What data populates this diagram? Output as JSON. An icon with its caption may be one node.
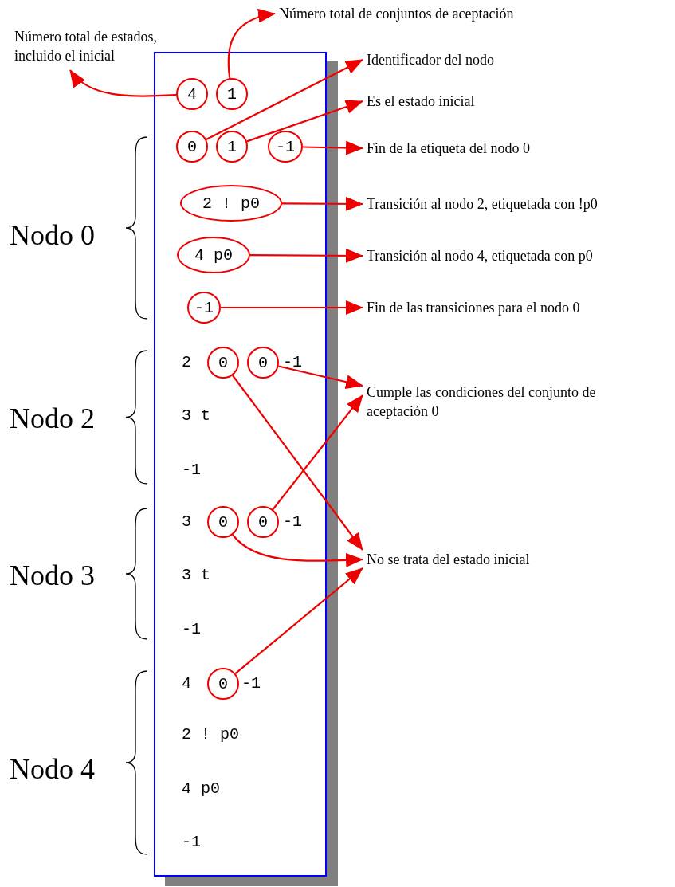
{
  "diagram": {
    "nodes": [
      {
        "text": [
          "Número total de conjuntos de aceptación"
        ]
      },
      {
        "text": [
          "Número total de estados, incluido el inicial"
        ]
      },
      {
        "text": [],
        "shape": "box"
      },
      {
        "text": [
          "4"
        ],
        "in": 2
      },
      {
        "text": [
          "1"
        ],
        "in": 2
      },
      {
        "text": [
          "Identificador del nodo"
        ]
      },
      {
        "text": [
          "Es el estado inicial"
        ]
      },
      {
        "text": [
          "0"
        ],
        "in": 2
      },
      {
        "text": [
          "1"
        ],
        "in": 2
      },
      {
        "text": [
          "-1"
        ],
        "in": 2
      },
      {
        "text": [
          "Fin de la etiqueta del nodo 0"
        ]
      },
      {
        "text": [
          "2 ! p0"
        ],
        "in": 2
      },
      {
        "text": [
          "Transición al nodo 2, etiquetada con !p0"
        ]
      },
      {
        "text": [
          "4 p0"
        ],
        "in": 2
      },
      {
        "text": [
          "Transición al nodo 4, etiquetada con p0"
        ]
      },
      {
        "text": [
          "-1"
        ],
        "in": 2
      },
      {
        "text": [
          "Fin de las transiciones para el nodo 0"
        ]
      },
      {
        "text": [
          "0"
        ],
        "in": 2
      },
      {
        "text": [
          "0"
        ],
        "in": 2
      },
      {
        "text": [
          "Cumple las condiciones del conjunto de aceptación 0"
        ]
      },
      {
        "text": [
          "0"
        ],
        "in": 2
      },
      {
        "text": [
          "0"
        ],
        "in": 2
      },
      {
        "text": [
          "No se trata del estado inicial"
        ]
      },
      {
        "text": [
          "0"
        ],
        "in": 2
      }
    ],
    "edges": [
      {
        "from": 3,
        "to": 1,
        "arrow": "to"
      },
      {
        "from": 4,
        "to": 0,
        "arrow": "to"
      },
      {
        "from": 7,
        "to": 5,
        "arrow": "to"
      },
      {
        "from": 8,
        "to": 6,
        "arrow": "to"
      },
      {
        "from": 9,
        "to": 10,
        "arrow": "to"
      },
      {
        "from": 11,
        "to": 12,
        "arrow": "to"
      },
      {
        "from": 13,
        "to": 14,
        "arrow": "to"
      },
      {
        "from": 15,
        "to": 16,
        "arrow": "to"
      },
      {
        "from": 18,
        "to": 19,
        "arrow": "to"
      },
      {
        "from": 21,
        "to": 19,
        "arrow": "to"
      },
      {
        "from": 17,
        "to": 22,
        "arrow": "to"
      },
      {
        "from": 20,
        "to": 22,
        "arrow": "to"
      },
      {
        "from": 23,
        "to": 22,
        "arrow": "to"
      }
    ],
    "labels": [
      "Nodo 0",
      "2",
      "-1",
      "Nodo 2",
      "3 t",
      "-1",
      "3",
      "-1",
      "Nodo 3",
      "3 t",
      "-1",
      "4",
      "-1",
      "Nodo 4",
      "2 ! p0",
      "4 p0",
      "-1"
    ]
  }
}
